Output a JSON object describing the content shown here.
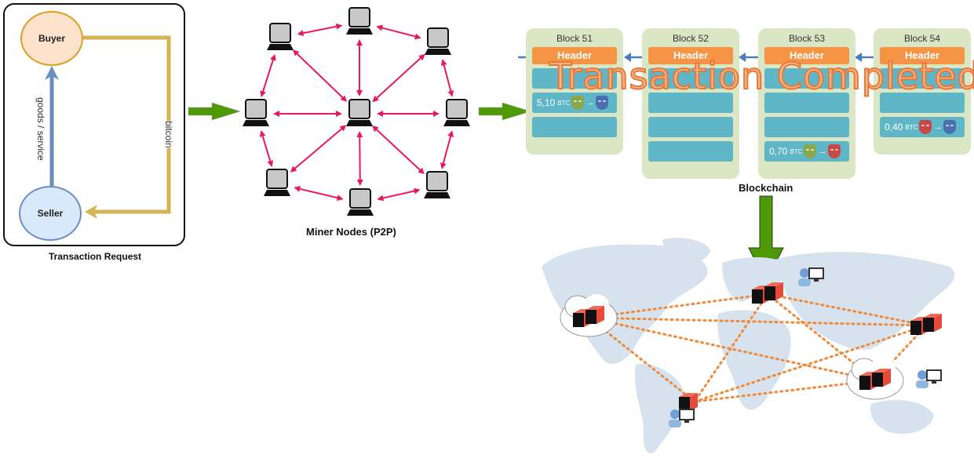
{
  "transaction_request": {
    "caption": "Transaction Request",
    "buyer_label": "Buyer",
    "seller_label": "Seller",
    "goods_edge_label": "goods / service",
    "bitcoin_edge_label": "bitcoin"
  },
  "miner_network": {
    "caption": "Miner Nodes  (P2P)",
    "node_icon": "laptop-icon",
    "node_count": 9
  },
  "blockchain": {
    "caption": "Blockchain",
    "overlay_text": "Transaction Completed",
    "blocks": [
      {
        "title": "Block 51",
        "header": "Header",
        "rows": [
          "",
          "5,10",
          ""
        ],
        "tx_row": 1,
        "tx_amount": "5,10",
        "tx_unit": "BTC",
        "from_color": "#8aa84a",
        "to_color": "#4a6fb0"
      },
      {
        "title": "Block 52",
        "header": "Header",
        "rows": [
          "",
          "",
          "",
          ""
        ],
        "tx_row": -1
      },
      {
        "title": "Block 53",
        "header": "Header",
        "rows": [
          "",
          "",
          "",
          "0,70"
        ],
        "tx_row": 3,
        "tx_amount": "0,70",
        "tx_unit": "BTC",
        "from_color": "#8aa84a",
        "to_color": "#c84848"
      },
      {
        "title": "Block 54",
        "header": "Header",
        "rows": [
          "",
          "",
          "0,40"
        ],
        "tx_row": 2,
        "tx_amount": "0,40",
        "tx_unit": "BTC",
        "from_color": "#c84848",
        "to_color": "#4a6fb0"
      }
    ]
  },
  "world_map": {
    "node_icon": "server-cube-icon",
    "cloud_icon": "cloud-icon",
    "user_icon": "user-computer-icon"
  },
  "colors": {
    "flow_arrow": "#4e9a06",
    "p2p_link": "#e8195a",
    "map_link": "#f08a3a",
    "header": "#f59445",
    "row": "#5fb6c6",
    "block_bg": "#dbe6c4"
  }
}
